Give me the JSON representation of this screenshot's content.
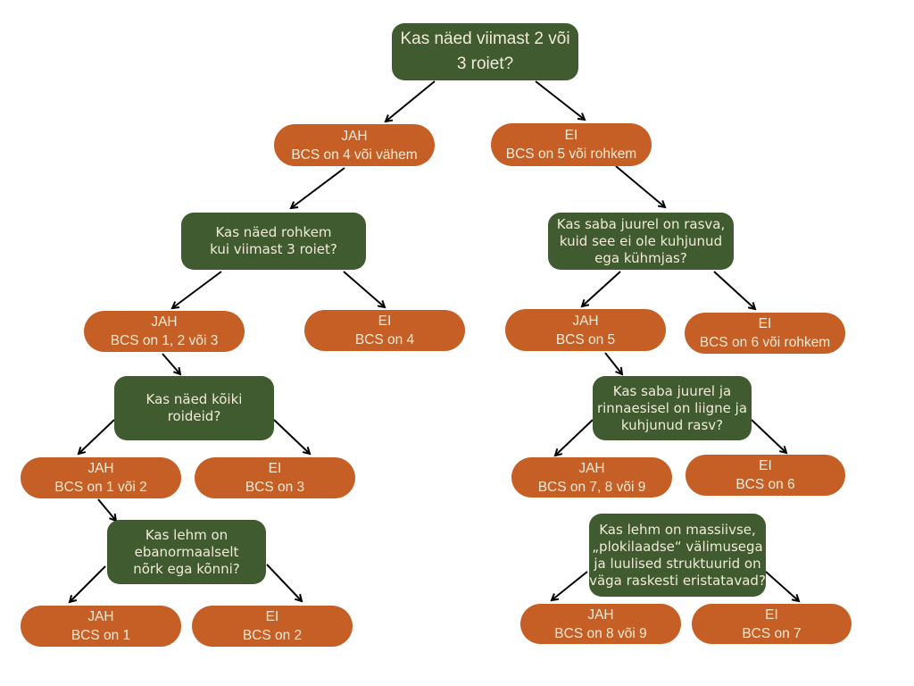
{
  "diagram": {
    "colors": {
      "question": "#3f5b2f",
      "answer": "#c55f25",
      "text": "#f2ead8",
      "arrow": "#000000"
    },
    "nodes": {
      "q1": {
        "lines": [
          "Kas näed viimast 2 või",
          "3 roiet?"
        ]
      },
      "a1_yes": {
        "lines": [
          "JAH",
          "BCS on 4 või vähem"
        ]
      },
      "a1_no": {
        "lines": [
          "EI",
          "BCS on 5 või rohkem"
        ]
      },
      "q2": {
        "lines": [
          "Kas näed rohkem",
          "kui viimast 3 roiet?"
        ]
      },
      "q3": {
        "lines": [
          "Kas saba juurel on rasva,",
          "kuid see ei ole kuhjunud",
          "ega kühmjas?"
        ]
      },
      "a2_yes": {
        "lines": [
          "JAH",
          "BCS on 1, 2 või 3"
        ]
      },
      "a2_no": {
        "lines": [
          "EI",
          "BCS on 4"
        ]
      },
      "a3_yes": {
        "lines": [
          "JAH",
          "BCS on 5"
        ]
      },
      "a3_no": {
        "lines": [
          "EI",
          "BCS on 6 või rohkem"
        ]
      },
      "q4": {
        "lines": [
          "Kas näed kõiki",
          "roideid?"
        ]
      },
      "q5": {
        "lines": [
          "Kas saba juurel ja",
          "rinnaesisel on liigne ja",
          "kuhjunud rasv?"
        ]
      },
      "a4_yes": {
        "lines": [
          "JAH",
          "BCS on 1 või 2"
        ]
      },
      "a4_no": {
        "lines": [
          "EI",
          "BCS on 3"
        ]
      },
      "a5_yes": {
        "lines": [
          "JAH",
          "BCS on 7, 8 või 9"
        ]
      },
      "a5_no": {
        "lines": [
          "EI",
          "BCS on 6"
        ]
      },
      "q6": {
        "lines": [
          "Kas lehm on",
          "ebanormaalselt",
          "nõrk ega kõnni?"
        ]
      },
      "q7": {
        "lines": [
          "Kas lehm on massiivse,",
          "„plokilaadse“ välimusega",
          "ja luulised struktuurid on",
          "väga raskesti eristatavad?"
        ]
      },
      "a6_yes": {
        "lines": [
          "JAH",
          "BCS on 1"
        ]
      },
      "a6_no": {
        "lines": [
          "EI",
          "BCS on 2"
        ]
      },
      "a7_yes": {
        "lines": [
          "JAH",
          "BCS on 8 või 9"
        ]
      },
      "a7_no": {
        "lines": [
          "EI",
          "BCS on 7"
        ]
      }
    },
    "edges": [
      [
        "q1",
        "a1_yes"
      ],
      [
        "q1",
        "a1_no"
      ],
      [
        "a1_yes",
        "q2"
      ],
      [
        "a1_no",
        "q3"
      ],
      [
        "q2",
        "a2_yes"
      ],
      [
        "q2",
        "a2_no"
      ],
      [
        "q3",
        "a3_yes"
      ],
      [
        "q3",
        "a3_no"
      ],
      [
        "a2_yes",
        "q4"
      ],
      [
        "a3_yes",
        "q5"
      ],
      [
        "q4",
        "a4_yes"
      ],
      [
        "q4",
        "a4_no"
      ],
      [
        "q5",
        "a5_yes"
      ],
      [
        "q5",
        "a5_no"
      ],
      [
        "a4_yes",
        "q6"
      ],
      [
        "q6",
        "a6_yes"
      ],
      [
        "q6",
        "a6_no"
      ],
      [
        "q7",
        "a7_yes"
      ],
      [
        "q7",
        "a7_no"
      ]
    ]
  }
}
